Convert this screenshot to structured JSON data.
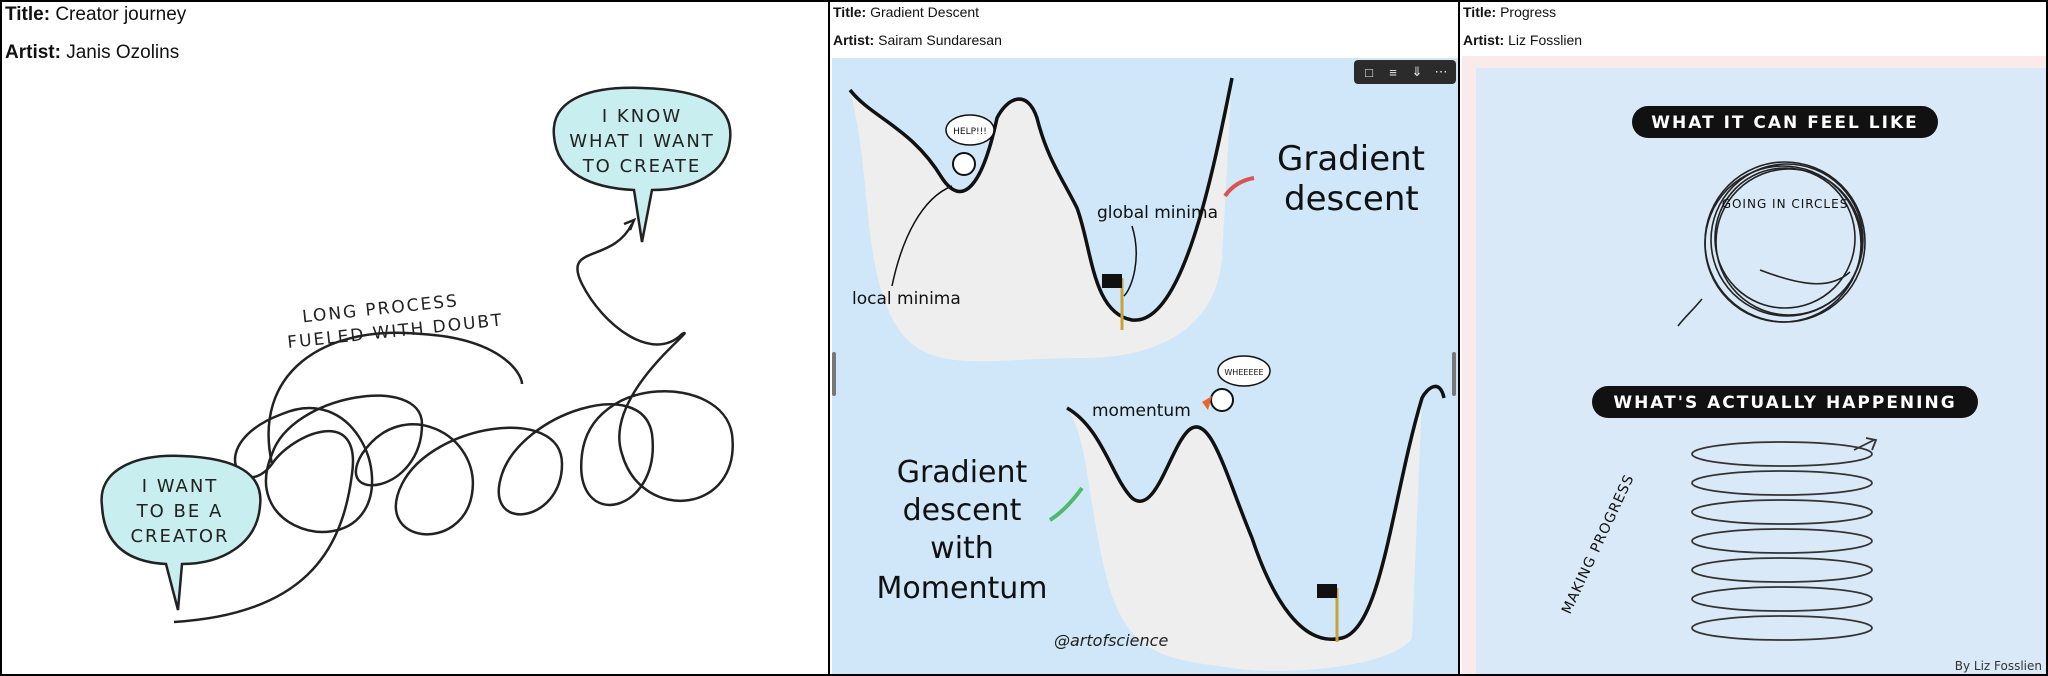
{
  "labels": {
    "title": "Title:",
    "artist": "Artist:"
  },
  "panels": [
    {
      "title": "Creator journey",
      "artist": "Janis Ozolins",
      "bubble_start": [
        "I WANT",
        "TO BE A",
        "CREATOR"
      ],
      "bubble_end": [
        "I KNOW",
        "WHAT I WANT",
        "TO CREATE"
      ],
      "path_label": [
        "LONG PROCESS",
        "FUELED WITH DOUBT"
      ]
    },
    {
      "title": "Gradient Descent",
      "artist": "Sairam Sundaresan",
      "help": "HELP!!!",
      "global_minima": "global minima",
      "local_minima": "local minima",
      "gd_title": [
        "Gradient",
        "descent"
      ],
      "momentum": "momentum",
      "wheee": "WHEEEEE",
      "gdm_title": [
        "Gradient",
        "descent",
        "with",
        "Momentum"
      ],
      "signature": "@artofscience"
    },
    {
      "title": "Progress",
      "artist": "Liz Fosslien",
      "feel_label": "WHAT IT CAN FEEL LIKE",
      "circles_label": "GOING IN CIRCLES",
      "happening_label": "WHAT'S ACTUALLY HAPPENING",
      "progress_label": "MAKING PROGRESS",
      "credit": "By Liz Fosslien"
    }
  ],
  "icons": [
    "comment-icon",
    "notes-icon",
    "download-icon",
    "more-icon"
  ],
  "colors": {
    "bubble": "#c9eef0",
    "sky": "#cfe7f8",
    "ground": "#eeeeee",
    "pill": "#111111",
    "red_arrow": "#d9534f",
    "green_arrow": "#4cbb6c"
  }
}
